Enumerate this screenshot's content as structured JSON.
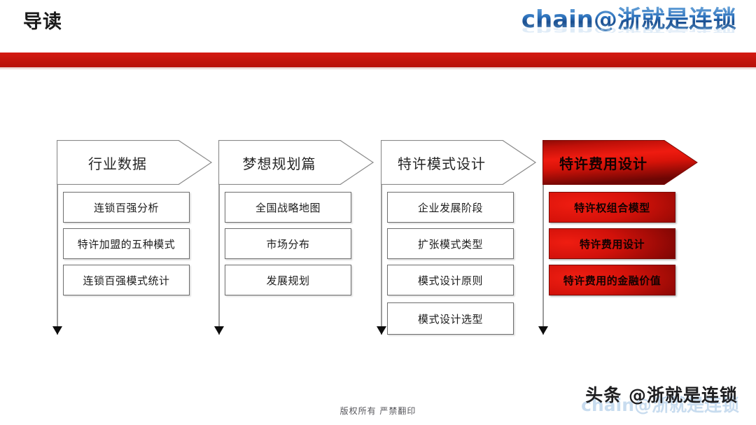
{
  "header": {
    "title": "导读",
    "accent_color": "#c4140c",
    "logo": {
      "text": "chain@浙就是连锁",
      "color": "#2a6fba"
    }
  },
  "flow": {
    "columns": [
      {
        "header": "行业数据",
        "style": "plain",
        "items": [
          "连锁百强分析",
          "特许加盟的五种模式",
          "连锁百强模式统计"
        ]
      },
      {
        "header": "梦想规划篇",
        "style": "plain",
        "items": [
          "全国战略地图",
          "市场分布",
          "发展规划"
        ]
      },
      {
        "header": "特许模式设计",
        "style": "plain",
        "items": [
          "企业发展阶段",
          "扩张模式类型",
          "模式设计原则",
          "模式设计选型"
        ]
      },
      {
        "header": "特许费用设计",
        "style": "highlight",
        "highlight_color": "#cc0d06",
        "items": [
          "特许权组合模型",
          "特许费用设计",
          "特许费用的金融价值"
        ]
      }
    ]
  },
  "footer": {
    "copyright": "版权所有  严禁翻印",
    "watermark": "头条 @浙就是连锁",
    "watermark_ghost": "chain@浙就是连锁"
  }
}
